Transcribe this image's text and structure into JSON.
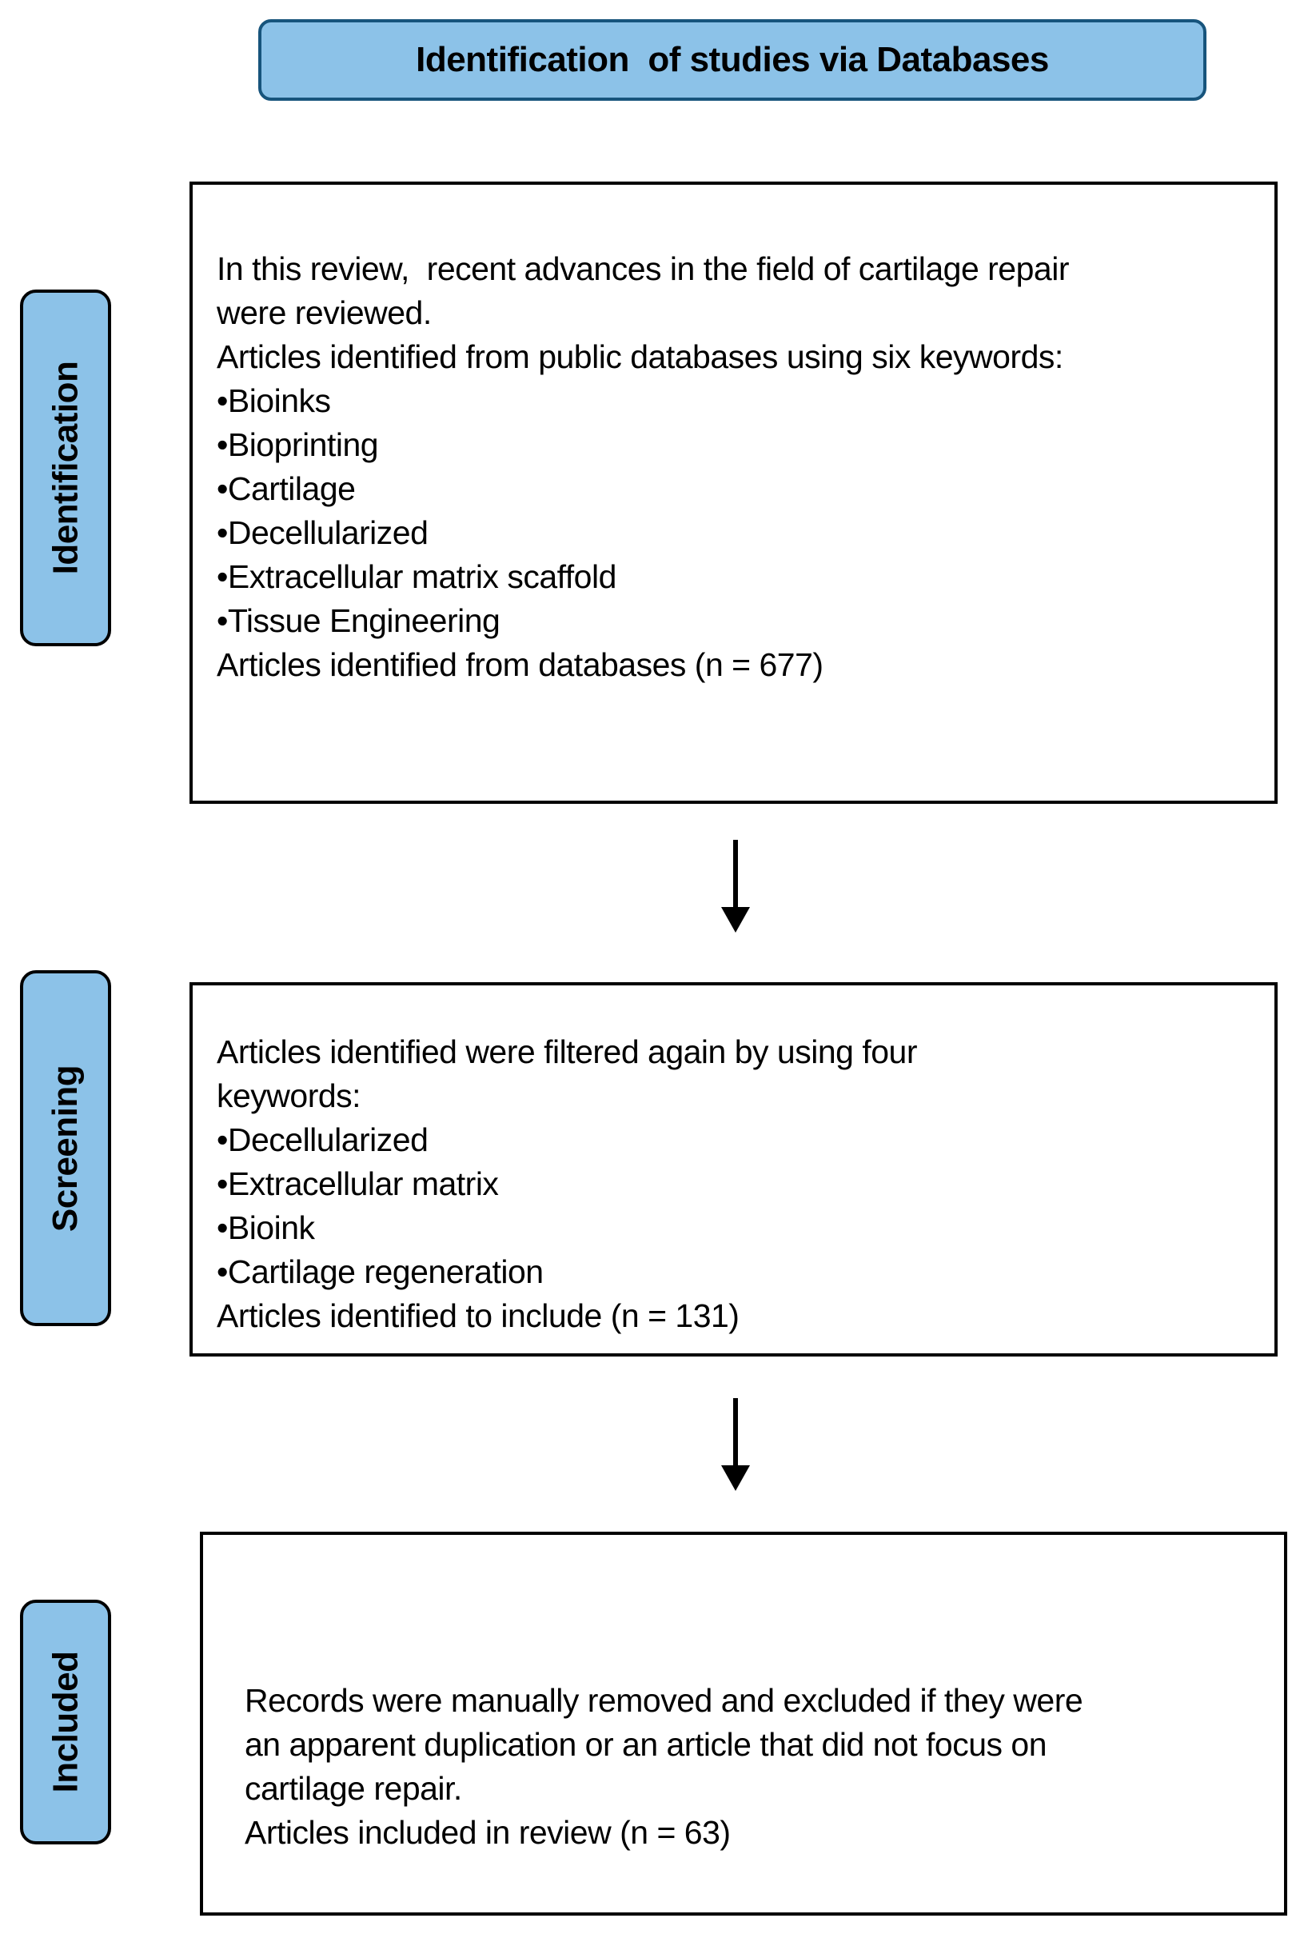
{
  "title": {
    "label": "Identification  of studies via Databases"
  },
  "sidebar": {
    "stages": [
      {
        "id": "identification",
        "label": "Identification"
      },
      {
        "id": "screening",
        "label": "Screening"
      },
      {
        "id": "included",
        "label": "Included"
      }
    ]
  },
  "boxes": [
    {
      "id": "identification-box",
      "lines": [
        "In this review,  recent advances in the field of cartilage repair",
        "were reviewed.",
        "Articles identified from public databases using six keywords:",
        "•Bioinks",
        "•Bioprinting",
        "•Cartilage",
        "•Decellularized",
        "•Extracellular matrix scaffold",
        "•Tissue Engineering",
        "Articles identified from databases (n = 677)"
      ]
    },
    {
      "id": "screening-box",
      "lines": [
        "Articles identified were filtered again by using four",
        "keywords:",
        "•Decellularized",
        "•Extracellular matrix",
        "•Bioink",
        "•Cartilage regeneration",
        "Articles identified to include (n = 131)"
      ]
    },
    {
      "id": "included-box",
      "lines": [
        "Records were manually removed and excluded if they were",
        "an apparent duplication or an article that did not focus on",
        "cartilage repair.",
        "Articles included in review (n = 63)"
      ]
    }
  ],
  "counts": {
    "identified_from_databases": 677,
    "identified_to_include": 131,
    "included_in_review": 63
  },
  "colors": {
    "box_fill": "#8CC2E8",
    "title_border": "#17547C",
    "outline": "#000000"
  }
}
